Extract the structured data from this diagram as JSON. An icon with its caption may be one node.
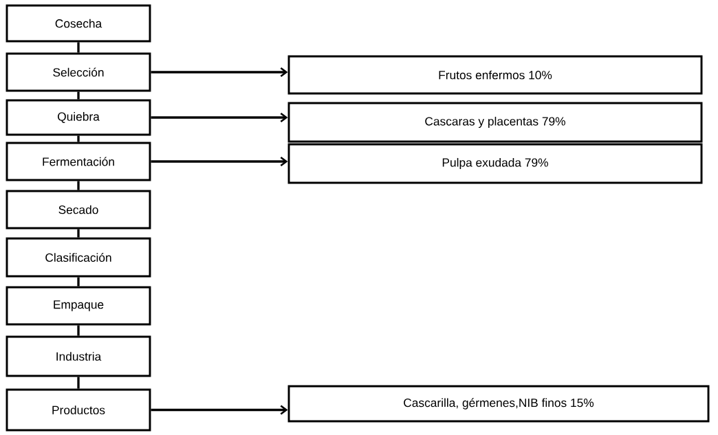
{
  "diagram": {
    "nodes": [
      {
        "text": [
          "Cosecha"
        ]
      },
      {
        "text": [
          "Selección"
        ]
      },
      {
        "text": [
          "Quiebra"
        ]
      },
      {
        "text": [
          "Fermentación"
        ]
      },
      {
        "text": [
          "Secado"
        ]
      },
      {
        "text": [
          "Clasificación"
        ]
      },
      {
        "text": [
          "Empaque"
        ]
      },
      {
        "text": [
          "Industria"
        ]
      },
      {
        "text": [
          "Productos"
        ]
      },
      {
        "text": [
          "Frutos enfermos 10%"
        ]
      },
      {
        "text": [
          "Cascaras y placentas 79%"
        ]
      },
      {
        "text": [
          "Pulpa exudada 79%"
        ]
      },
      {
        "text": [
          "Cascarilla, gérmenes,NIB finos 15%"
        ]
      }
    ],
    "edges": [
      {
        "from": 0,
        "to": 1,
        "arrow": "none"
      },
      {
        "from": 1,
        "to": 2,
        "arrow": "none"
      },
      {
        "from": 2,
        "to": 3,
        "arrow": "none"
      },
      {
        "from": 3,
        "to": 4,
        "arrow": "none"
      },
      {
        "from": 4,
        "to": 5,
        "arrow": "none"
      },
      {
        "from": 5,
        "to": 6,
        "arrow": "none"
      },
      {
        "from": 6,
        "to": 7,
        "arrow": "none"
      },
      {
        "from": 7,
        "to": 8,
        "arrow": "none"
      },
      {
        "from": 1,
        "to": 9,
        "arrow": "to"
      },
      {
        "from": 2,
        "to": 10,
        "arrow": "to"
      },
      {
        "from": 3,
        "to": 11,
        "arrow": "to"
      },
      {
        "from": 8,
        "to": 12,
        "arrow": "to"
      }
    ]
  }
}
